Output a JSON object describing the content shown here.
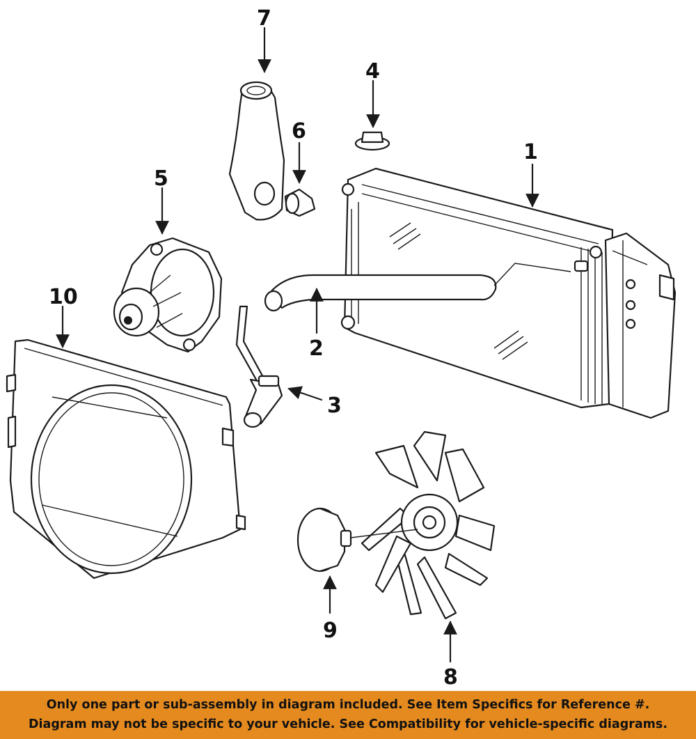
{
  "callouts": {
    "c1": "1",
    "c2": "2",
    "c3": "3",
    "c4": "4",
    "c5": "5",
    "c6": "6",
    "c7": "7",
    "c8": "8",
    "c9": "9",
    "c10": "10"
  },
  "banner": {
    "line1": "Only one part or sub-assembly in diagram included. See Item Specifics for Reference #.",
    "line2": "Diagram may not be specific to your vehicle. See Compatibility for vehicle-specific diagrams."
  },
  "colors": {
    "banner_bg": "#e58a1f",
    "line": "#1a1a1a"
  }
}
